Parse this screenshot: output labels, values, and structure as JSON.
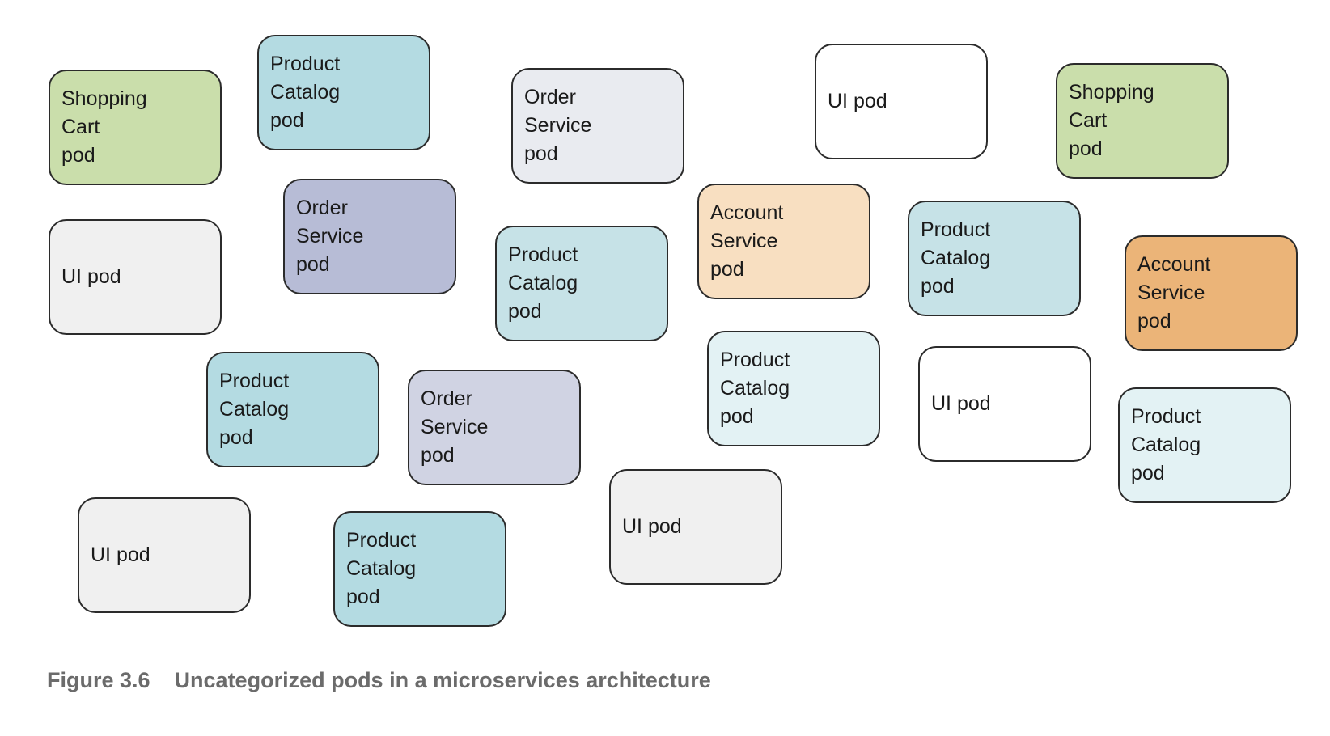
{
  "pods": [
    {
      "label": "Shopping\nCart\npod",
      "color": "#cadeab"
    },
    {
      "label": "Product\nCatalog\npod",
      "color": "#b4dbe2"
    },
    {
      "label": "Order\nService\npod",
      "color": "#e9ebf0"
    },
    {
      "label": "UI pod",
      "color": "#ffffff"
    },
    {
      "label": "Shopping\nCart\npod",
      "color": "#cadeab"
    },
    {
      "label": "UI pod",
      "color": "#f0f0f0"
    },
    {
      "label": "Order\nService\npod",
      "color": "#b7bcd6"
    },
    {
      "label": "Product\nCatalog\npod",
      "color": "#c6e2e7"
    },
    {
      "label": "Account\nService\npod",
      "color": "#f8dfc1"
    },
    {
      "label": "Product\nCatalog\npod",
      "color": "#c6e2e7"
    },
    {
      "label": "Account\nService\npod",
      "color": "#ebb478"
    },
    {
      "label": "Product\nCatalog\npod",
      "color": "#b4dbe2"
    },
    {
      "label": "Order\nService\npod",
      "color": "#d0d3e3"
    },
    {
      "label": "Product\nCatalog\npod",
      "color": "#e3f2f4"
    },
    {
      "label": "UI pod",
      "color": "#ffffff"
    },
    {
      "label": "Product\nCatalog\npod",
      "color": "#e3f2f4"
    },
    {
      "label": "UI pod",
      "color": "#f0f0f0"
    },
    {
      "label": "Product\nCatalog\npod",
      "color": "#b4dbe2"
    },
    {
      "label": "UI pod",
      "color": "#f0f0f0"
    }
  ],
  "caption": {
    "figure_number": "Figure 3.6",
    "text": "Uncategorized pods in a microservices architecture"
  }
}
